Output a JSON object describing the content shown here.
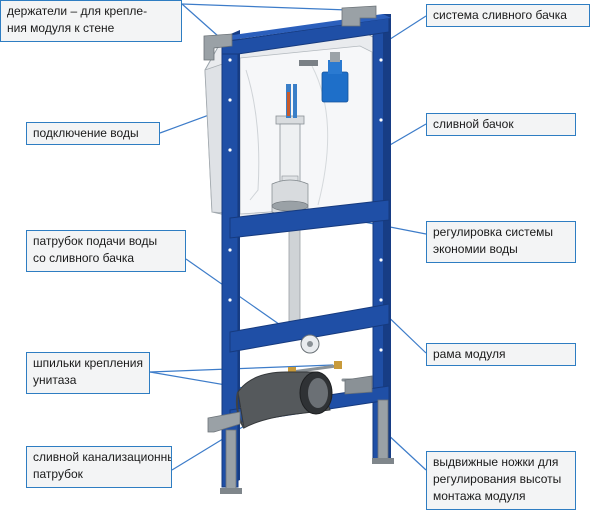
{
  "colors": {
    "frame": "#1f4fa6",
    "frame_dark": "#173d85",
    "leader": "#3d7cc9",
    "label_bg": "#f3f4f5",
    "label_border": "#2e7dc2",
    "tank": "#f4f5f7",
    "metal": "#8d9499",
    "pipe": "#55595c",
    "valve": "#1e6fc9"
  },
  "labels": {
    "holders_line1": "держатели – для крепле-",
    "holders_line2": "ния модуля к стене",
    "water_connection": "подключение воды",
    "supply_pipe_line1": "патрубок подачи воды",
    "supply_pipe_line2": "со сливного бачка",
    "studs_line1": "шпильки крепления",
    "studs_line2": "унитаза",
    "drain_pipe_line1": "сливной канализационный",
    "drain_pipe_line2": "патрубок",
    "flush_system": "система сливного бачка",
    "cistern": "сливной бачок",
    "economy_line1": "регулировка системы",
    "economy_line2": "экономии воды",
    "frame": "рама модуля",
    "legs_line1": "выдвижные ножки для",
    "legs_line2": "регулирования высоты",
    "legs_line3": "монтажа модуля"
  }
}
